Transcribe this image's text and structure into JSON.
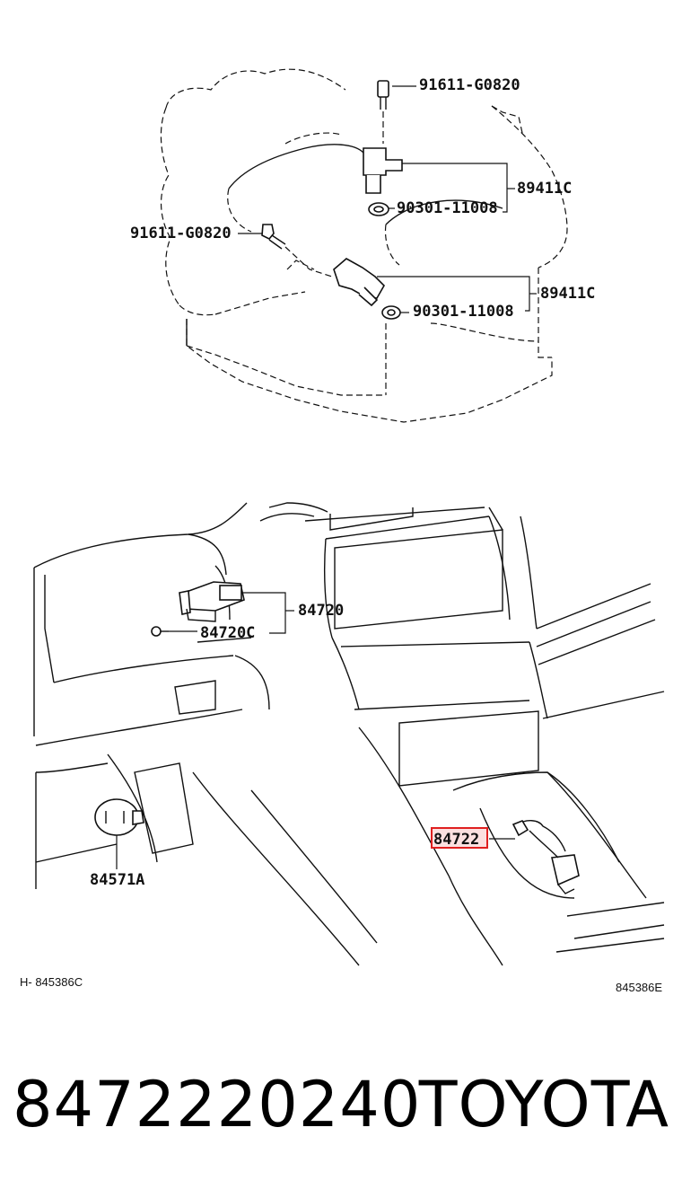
{
  "upper_view": {
    "labels": {
      "bolt_top": "91611-G0820",
      "sensor_top": "89411C",
      "washer_top": "90301-11008",
      "bolt_left": "91611-G0820",
      "sensor_lower": "89411C",
      "washer_lower": "90301-11008"
    }
  },
  "lower_view": {
    "labels": {
      "switch": "84720",
      "clip": "84720C",
      "knob": "84571A",
      "highlighted": "84722"
    },
    "highlight_color": "#e02020"
  },
  "figure_codes": {
    "left": "H- 845386C",
    "right": "845386E"
  },
  "footer": {
    "part_number": "8472220240",
    "brand": "TOYOTA"
  }
}
